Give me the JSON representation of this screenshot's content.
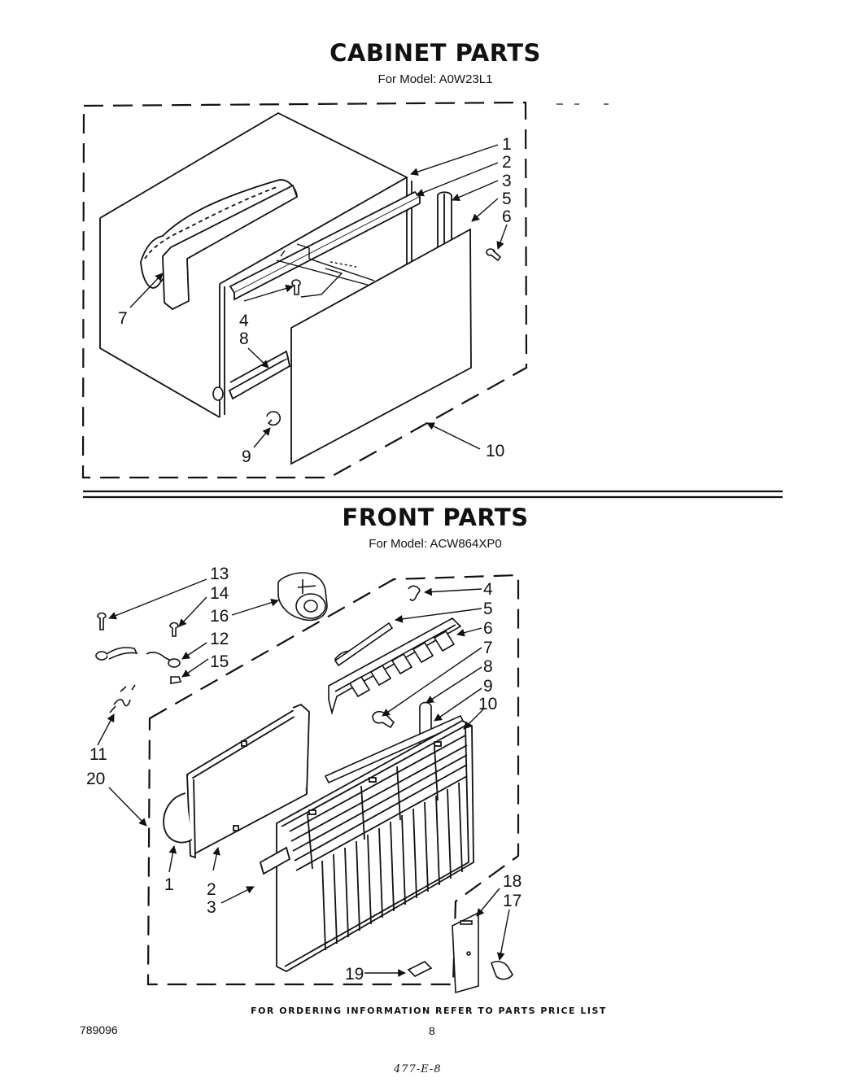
{
  "cabinet": {
    "title": "CABINET PARTS",
    "model_label": "For Model: A0W23L1",
    "callouts": [
      "1",
      "2",
      "3",
      "5",
      "6",
      "7",
      "4",
      "8",
      "9",
      "10"
    ]
  },
  "front": {
    "title": "FRONT PARTS",
    "model_label": "For Model: ACW864XP0",
    "callouts": [
      "13",
      "14",
      "16",
      "12",
      "15",
      "11",
      "20",
      "1",
      "2",
      "3",
      "4",
      "5",
      "6",
      "7",
      "8",
      "9",
      "10",
      "18",
      "17",
      "19"
    ]
  },
  "footer": {
    "ordering_note": "FOR ORDERING INFORMATION REFER TO PARTS PRICE LIST",
    "doc_number": "789096",
    "page_number": "8",
    "handwritten_mark": "477-E-8"
  }
}
